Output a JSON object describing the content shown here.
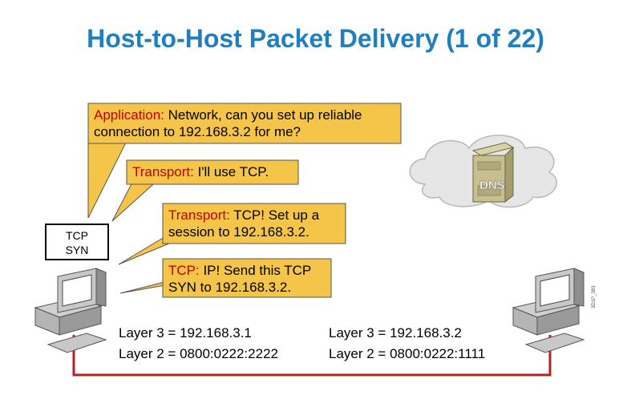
{
  "title": "Host-to-Host Packet Delivery (1 of 22)",
  "bubbles": [
    {
      "prefix": "Application:",
      "line1": " Network, can you set up reliable",
      "line2": "connection to 192.168.3.2 for me?"
    },
    {
      "prefix": "Transport:",
      "line1": " I'll use TCP.",
      "line2": ""
    },
    {
      "prefix": "Transport:",
      "line1": " TCP! Set up a",
      "line2": "session to 192.168.3.2."
    },
    {
      "prefix": "TCP:",
      "line1": " IP! Send this TCP",
      "line2": "SYN to 192.168.3.2."
    }
  ],
  "packet": {
    "line1": "TCP",
    "line2": "SYN"
  },
  "dns_label": "DNS",
  "host_left": {
    "layer3": "Layer 3 = 192.168.3.1",
    "layer2": "Layer 2 = 0800:0222:2222"
  },
  "host_right": {
    "layer3": "Layer 3 = 192.168.3.2",
    "layer2": "Layer 2 = 0800:0222:1111"
  },
  "figure_code": "3D1P_383",
  "colors": {
    "title": "#1f7fbf",
    "bubble_fill": "#f5c54a",
    "prefix": "#c00000",
    "link": "#b22222"
  }
}
